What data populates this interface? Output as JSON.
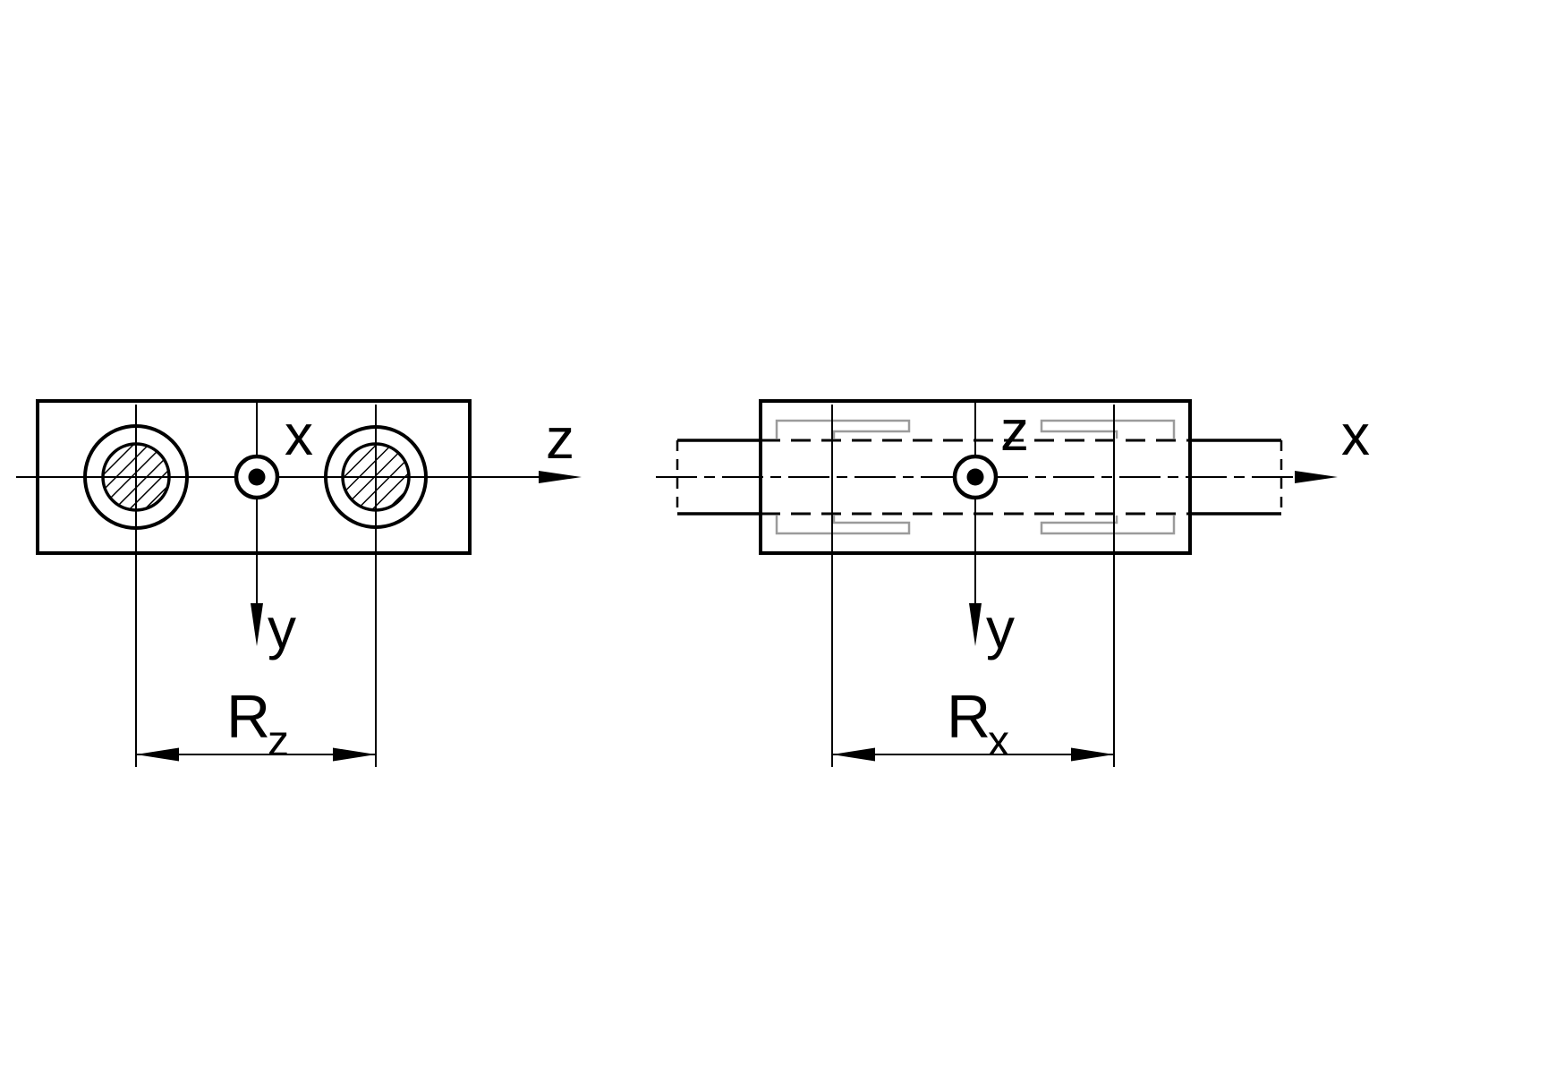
{
  "colors": {
    "line": "#000000",
    "internal": "#9b9b9b",
    "background": "#ffffff"
  },
  "views": {
    "left": {
      "axis_horizontal": "z",
      "axis_out_of_plane": "x",
      "axis_vertical": "y",
      "dimension": {
        "main": "R",
        "sub": "z"
      }
    },
    "right": {
      "axis_horizontal": "x",
      "axis_out_of_plane": "z",
      "axis_vertical": "y",
      "dimension": {
        "main": "R",
        "sub": "x"
      }
    }
  }
}
